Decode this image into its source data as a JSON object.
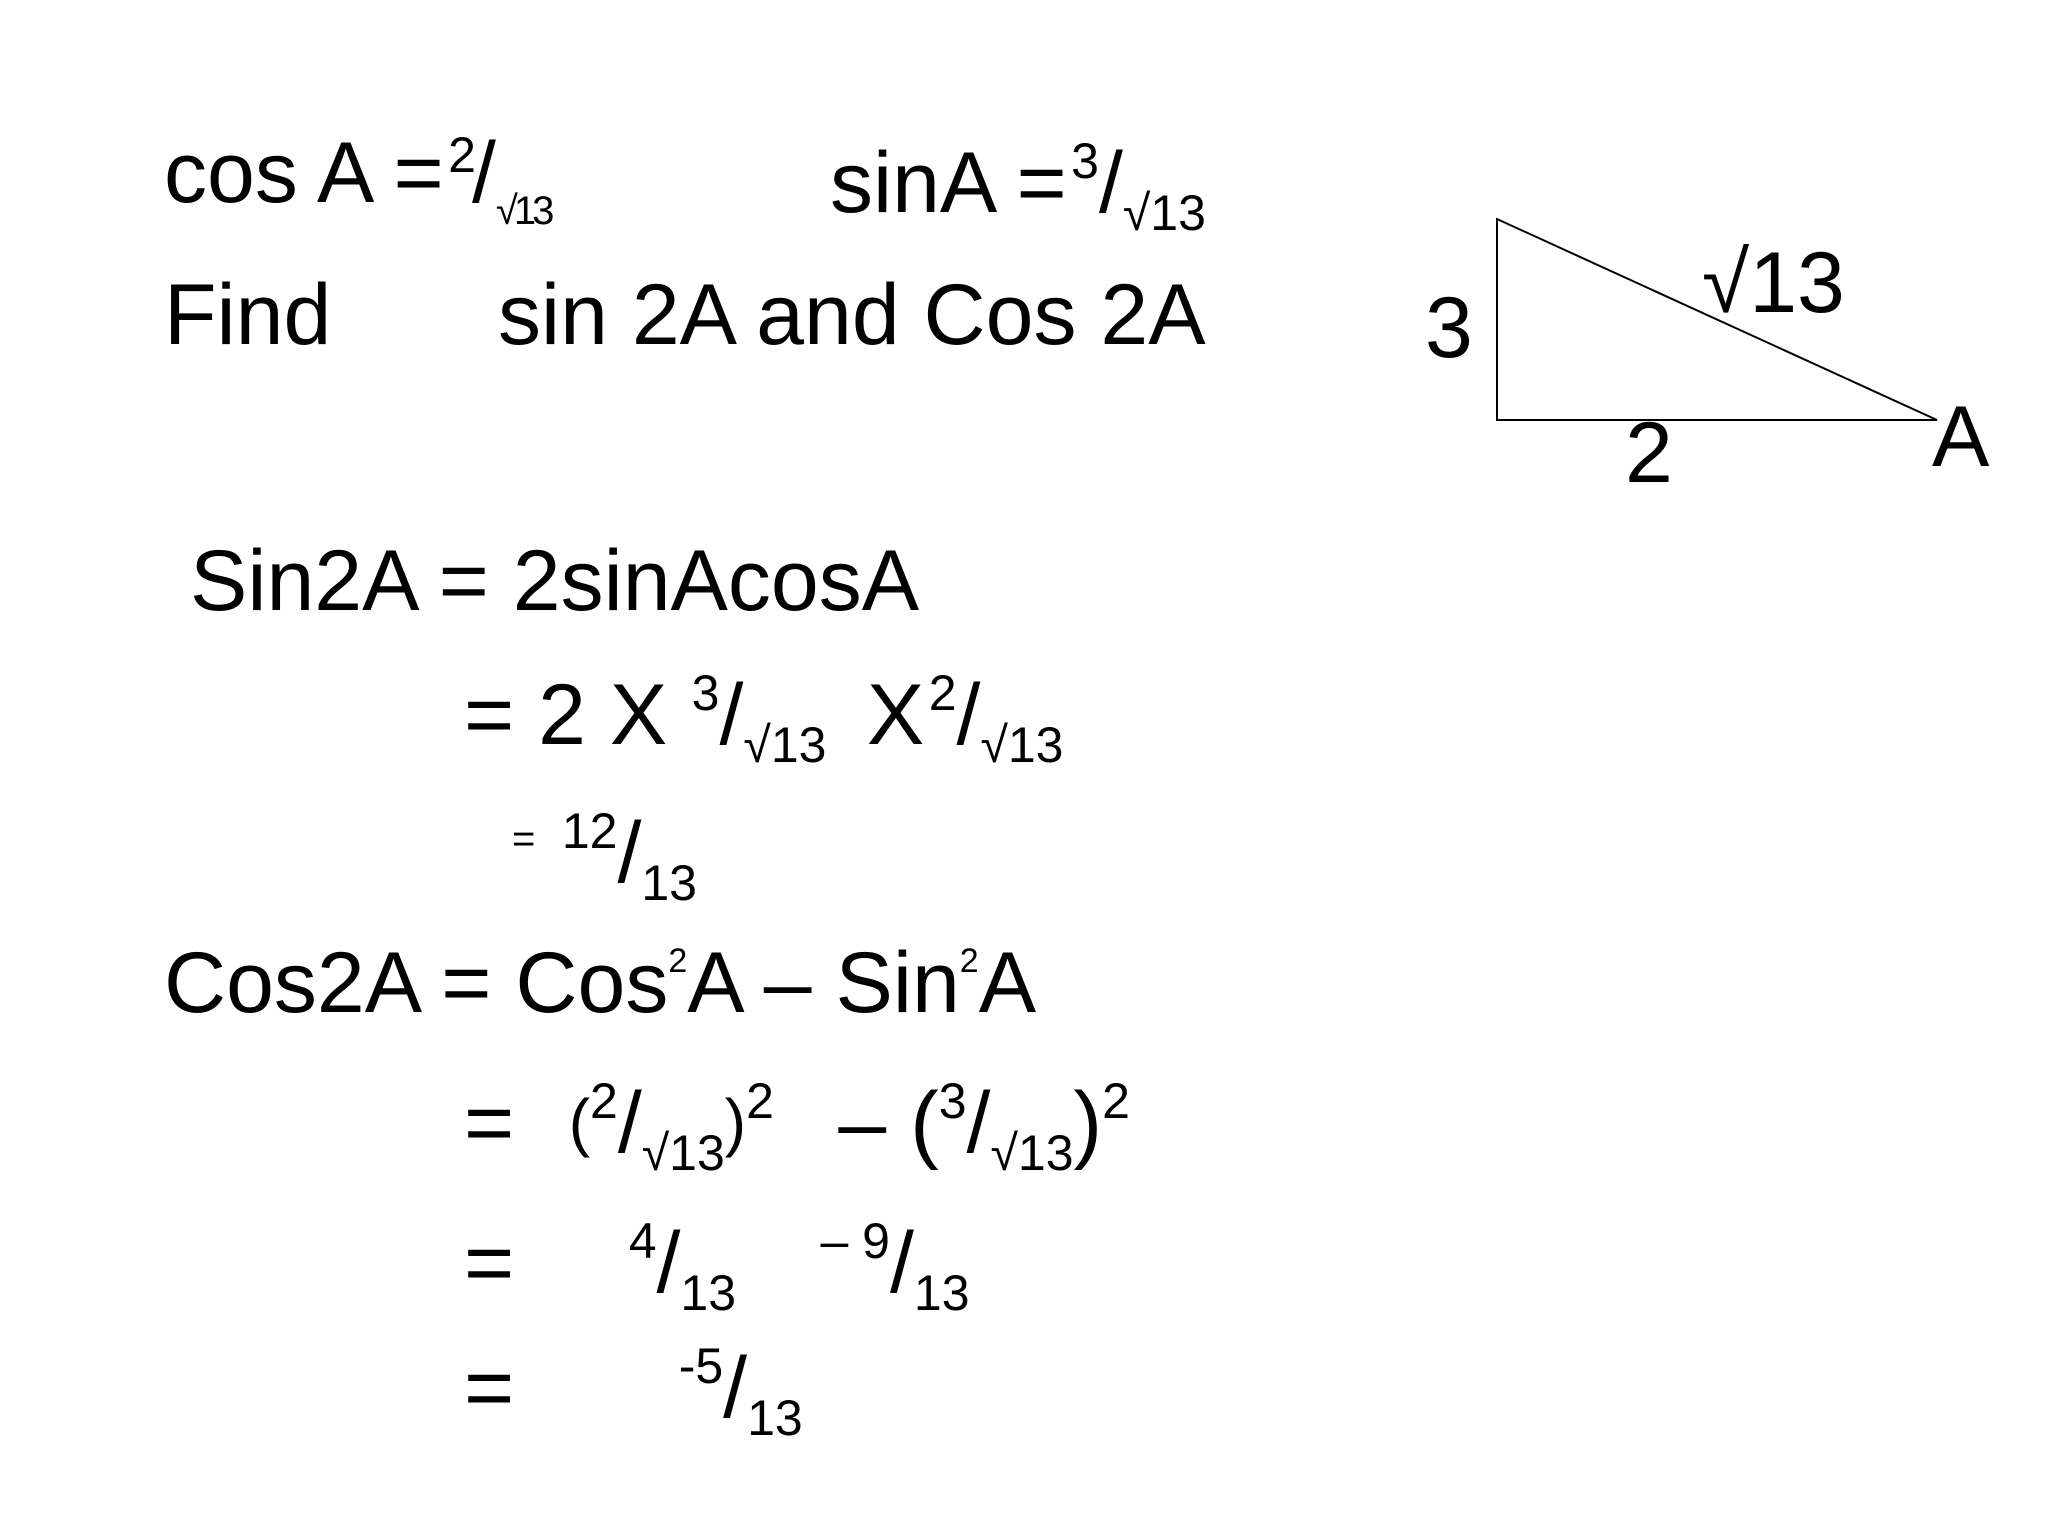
{
  "given": {
    "cos_label": "cos A =",
    "cos_num": "2",
    "cos_den": "√13",
    "sin_label": "sinA =",
    "sin_num": "3",
    "sin_den": "√13"
  },
  "task": {
    "find": "Find",
    "text": "sin 2A and Cos 2A"
  },
  "triangle": {
    "side_vertical": "3",
    "side_base": "2",
    "hypotenuse": "√13",
    "angle": "A"
  },
  "sin2a": {
    "line1": "Sin2A = 2sinAcosA",
    "line2_prefix": "= 2 X",
    "n1": "3",
    "d1": "√13",
    "times": "X",
    "n2": "2",
    "d2": "√13",
    "line3_eq": "=",
    "result_num": "12",
    "result_den": "13"
  },
  "cos2a": {
    "lhs": "Cos2A = Cos",
    "sq1": "2",
    "mid": "A – Sin",
    "sq2": "2",
    "end": "A",
    "l2_eq": "=",
    "l2_open1": "(",
    "l2_n1": "2",
    "l2_d1": "√13",
    "l2_close1": ")",
    "l2_p1": "2",
    "l2_minus": "– (",
    "l2_n2": "3",
    "l2_d2": "√13",
    "l2_close2": ")",
    "l2_p2": "2",
    "l3_eq": "=",
    "l3_n1": "4",
    "l3_d1": "13",
    "l3_n2": "– 9",
    "l3_d2": "13",
    "l4_eq": "=",
    "l4_num": "-5",
    "l4_den": "13"
  }
}
